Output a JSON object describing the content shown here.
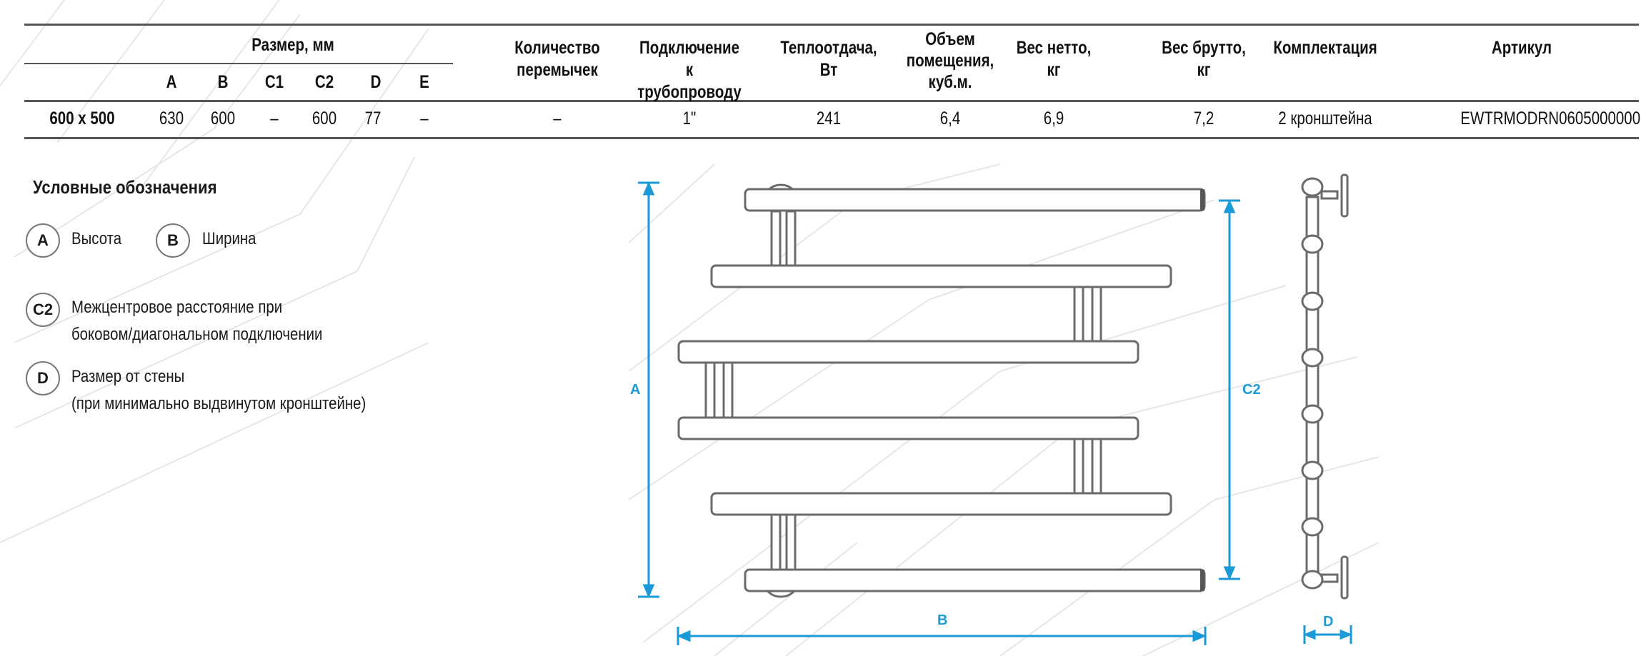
{
  "table": {
    "group_header": "Размер, мм",
    "size_columns": [
      "A",
      "B",
      "C1",
      "C2",
      "D",
      "E"
    ],
    "columns": [
      {
        "key": "jumpers",
        "label_line1": "Количество",
        "label_line2": "перемычек"
      },
      {
        "key": "connection",
        "label_line1": "Подключение",
        "label_line2": "к трубопроводу"
      },
      {
        "key": "heat",
        "label_line1": "Теплоотдача,",
        "label_line2": "Вт"
      },
      {
        "key": "volume",
        "label_line1": "Объем",
        "label_line2": "помещения,",
        "label_line3": "куб.м."
      },
      {
        "key": "net",
        "label_line1": "Вес нетто,",
        "label_line2": "кг"
      },
      {
        "key": "gross",
        "label_line1": "Вес брутто,",
        "label_line2": "кг"
      },
      {
        "key": "kit",
        "label_line1": "Комплектация"
      },
      {
        "key": "sku",
        "label_line1": "Артикул"
      }
    ],
    "row": {
      "model": "600 x 500",
      "A": "630",
      "B": "600",
      "C1": "–",
      "C2": "600",
      "D": "77",
      "E": "–",
      "jumpers": "–",
      "connection": "1\"",
      "heat": "241",
      "volume": "6,4",
      "net": "6,9",
      "gross": "7,2",
      "kit": "2 кронштейна",
      "sku": "EWTRMODRN0605000000"
    }
  },
  "legend": {
    "title": "Условные обозначения",
    "items": [
      {
        "badge": "A",
        "text": "Высота"
      },
      {
        "badge": "B",
        "text": "Ширина"
      },
      {
        "badge": "C2",
        "text_line1": "Межцентровое расстояние при",
        "text_line2": "боковом/диагональном подключении"
      },
      {
        "badge": "D",
        "text_line1": "Размер от стены",
        "text_line2": "(при минимально выдвинутом кронштейне)"
      }
    ]
  },
  "drawing": {
    "dimension_labels": {
      "A": "A",
      "B": "B",
      "C2": "C2",
      "D": "D"
    },
    "accent_color": "#1a9ad6",
    "outline_color": "#6b6b6b"
  }
}
